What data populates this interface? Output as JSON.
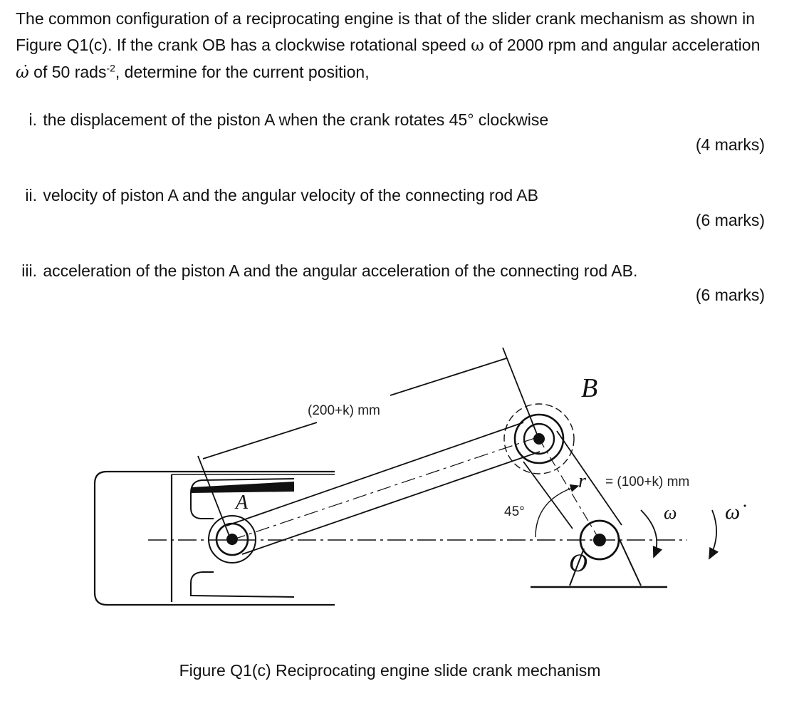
{
  "intro": {
    "part1": "The common configuration of a reciprocating engine is that of the slider crank mechanism as shown in Figure Q1(c). If the crank OB has a clockwise rotational speed ",
    "omega_symbol": "ω",
    "part2": " of 2000 rpm and angular acceleration ",
    "omega_dot_symbol": "ω̇",
    "part3": " of 50 rads",
    "exponent": "-2",
    "part4": ", determine for the current position,"
  },
  "questions": [
    {
      "num": "i.",
      "text": "the displacement of the piston A when the crank rotates 45° clockwise",
      "marks": "(4 marks)"
    },
    {
      "num": "ii.",
      "text": "velocity of piston A and the angular velocity of the connecting rod AB",
      "marks": "(6 marks)"
    },
    {
      "num": "iii.",
      "text": "acceleration of the piston A and the angular acceleration of the connecting rod AB.",
      "marks": "(6 marks)"
    }
  ],
  "figure": {
    "rod_length_label": "(200+k) mm",
    "point_b_label": "B",
    "point_a_label": "A",
    "point_o_label": "O",
    "angle_label": "45°",
    "r_symbol": "r",
    "crank_length_label": "= (100+k) mm",
    "omega_label": "ω",
    "omega_dot_label": "ω̇",
    "caption": "Figure Q1(c) Reciprocating engine slide crank mechanism"
  }
}
